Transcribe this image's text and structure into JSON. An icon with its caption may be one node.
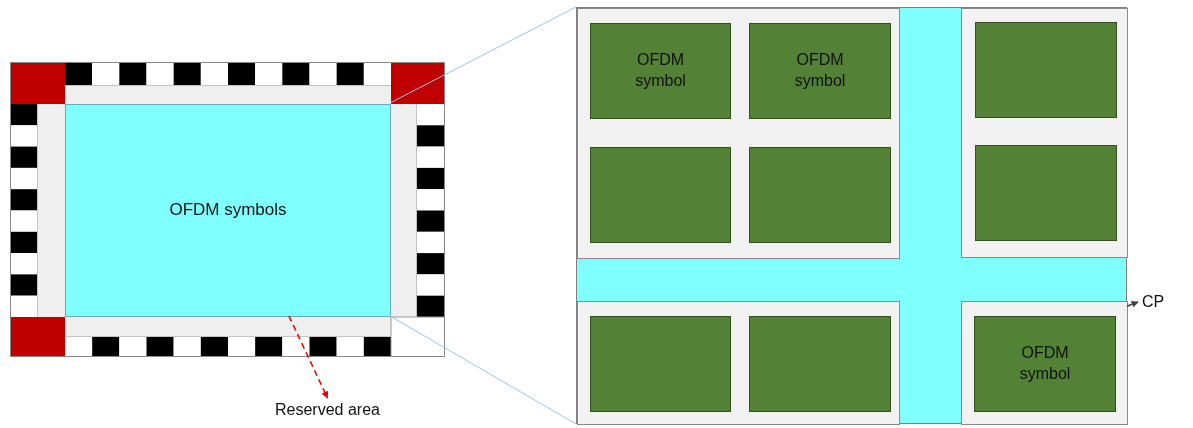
{
  "diagram": {
    "nodes": [
      {
        "text": [],
        "shape": "box"
      },
      {
        "text": [
          "OFDM symbols"
        ],
        "in": 0
      },
      {
        "text": [
          "Reserved area"
        ]
      },
      {
        "text": [],
        "shape": "box"
      },
      {
        "text": [],
        "shape": "box",
        "in": 3
      },
      {
        "text": [],
        "shape": "box",
        "in": 3
      },
      {
        "text": [],
        "shape": "box",
        "in": 3
      },
      {
        "text": [],
        "shape": "box",
        "in": 3
      },
      {
        "text": [
          "OFDM symbol"
        ],
        "in": 4
      },
      {
        "text": [
          "OFDM symbol"
        ],
        "in": 4
      },
      {
        "text": [],
        "shape": "box",
        "in": 4
      },
      {
        "text": [],
        "shape": "box",
        "in": 4
      },
      {
        "text": [],
        "shape": "box",
        "in": 5
      },
      {
        "text": [],
        "shape": "box",
        "in": 5
      },
      {
        "text": [],
        "shape": "box",
        "in": 6
      },
      {
        "text": [],
        "shape": "box",
        "in": 6
      },
      {
        "text": [
          "OFDM symbol"
        ],
        "in": 7
      },
      {
        "text": [
          "CP"
        ]
      }
    ],
    "edges": [
      {
        "from": 1,
        "to": 2,
        "arrow": "to",
        "style": "dashed",
        "color": "#e00000"
      },
      {
        "from": 7,
        "to": 17,
        "arrow": "to",
        "style": "dashed",
        "color": "#404040"
      },
      {
        "from": 1,
        "to": 3,
        "arrow": "none",
        "color": "#9dc3e6"
      },
      {
        "from": 1,
        "to": 3,
        "arrow": "none",
        "color": "#9dc3e6"
      }
    ]
  }
}
